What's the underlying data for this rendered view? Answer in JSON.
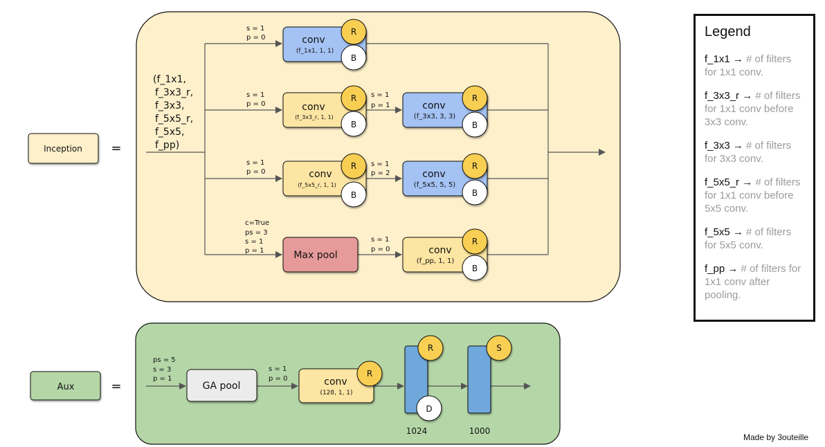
{
  "inception": {
    "label": "Inception",
    "equals": "=",
    "params": [
      "(f_1x1,",
      "f_3x3_r,",
      "f_3x3,",
      "f_5x5_r,",
      "f_5x5,",
      "f_pp)"
    ],
    "branch1": {
      "conv_label": "conv",
      "conv_args": "(f_1x1, 1, 1)",
      "s": "s = 1",
      "p": "p = 0",
      "r": "R",
      "b": "B"
    },
    "branch2": {
      "conv1_label": "conv",
      "conv1_args": "(f_3x3_r, 1, 1)",
      "s1": "s = 1",
      "p1": "p = 0",
      "conv2_label": "conv",
      "conv2_args": "(f_3x3, 3, 3)",
      "s2": "s = 1",
      "p2": "p = 1",
      "r": "R",
      "b": "B"
    },
    "branch3": {
      "conv1_label": "conv",
      "conv1_args": "(f_5x5_r, 1, 1)",
      "s1": "s = 1",
      "p1": "p = 0",
      "conv2_label": "conv",
      "conv2_args": "(f_5x5, 5, 5)",
      "s2": "s = 1",
      "p2": "p = 2",
      "r": "R",
      "b": "B"
    },
    "branch4": {
      "pool_c": "c=True",
      "pool_ps": "ps = 3",
      "pool_s": "s = 1",
      "pool_p": "p = 1",
      "pool_label": "Max pool",
      "conv_label": "conv",
      "conv_args": "(f_pp, 1, 1)",
      "s": "s = 1",
      "p": "p = 0",
      "r": "R",
      "b": "B"
    }
  },
  "aux": {
    "label": "Aux",
    "equals": "=",
    "pool_ps": "ps = 5",
    "pool_s": "s = 3",
    "pool_p": "p = 1",
    "pool_label": "GA pool",
    "conv_s": "s = 1",
    "conv_p": "p = 0",
    "conv_label": "conv",
    "conv_args": "(128, 1, 1)",
    "conv_r": "R",
    "fc1_r": "R",
    "fc1_d": "D",
    "fc1_size": "1024",
    "fc2_s": "S",
    "fc2_size": "1000"
  },
  "legend": {
    "title": "Legend",
    "items": [
      {
        "key": "f_1x1 →",
        "desc": "# of filters for 1x1 conv."
      },
      {
        "key": "f_3x3_r →",
        "desc": "# of filters for 1x1 conv before 3x3 conv."
      },
      {
        "key": "f_3x3 →",
        "desc": "# of filters for 3x3 conv."
      },
      {
        "key": "f_5x5_r →",
        "desc": "# of filters for 1x1 conv before 5x5 conv."
      },
      {
        "key": "f_5x5 →",
        "desc": "# of filters for 5x5 conv."
      },
      {
        "key": "f_pp →",
        "desc": "# of filters for 1x1 conv after pooling."
      }
    ]
  },
  "credit": "Made by 3outeille",
  "colors": {
    "inception_bg": "#fdf0cb",
    "aux_bg": "#b5d7a8",
    "conv_yellow": "#fde5a3",
    "conv_blue": "#a4c2f4",
    "maxpool": "#e69a99",
    "badge": "#f8cf52",
    "fc_blue": "#6fa8dc",
    "gapool": "#ececec"
  }
}
